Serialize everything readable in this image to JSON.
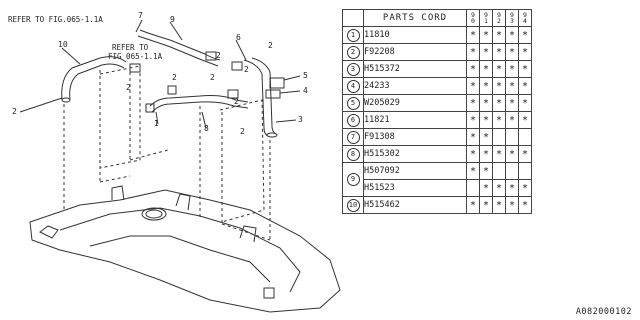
{
  "diagram": {
    "ref_text_1": "REFER TO FIG.065-1.1A",
    "ref_text_2a": "REFER TO",
    "ref_text_2b": "FIG 065-1.1A",
    "callouts": {
      "c7": "7",
      "c9": "9",
      "c10": "10",
      "c6": "6",
      "c5": "5",
      "c4": "4",
      "c3": "3",
      "c8": "8",
      "c1": "1",
      "c2a": "2",
      "c2b": "2",
      "c2c": "2",
      "c2d": "2",
      "c2e": "2",
      "c2f": "2",
      "c2g": "2",
      "c2h": "2",
      "c2i": "2"
    }
  },
  "table": {
    "header": {
      "label": "PARTS CORD",
      "years": [
        [
          "9",
          "0"
        ],
        [
          "9",
          "1"
        ],
        [
          "9",
          "2"
        ],
        [
          "9",
          "3"
        ],
        [
          "9",
          "4"
        ]
      ]
    },
    "rows": [
      {
        "index": "1",
        "code": "11810",
        "marks": [
          "*",
          "*",
          "*",
          "*",
          "*"
        ]
      },
      {
        "index": "2",
        "code": "F92208",
        "marks": [
          "*",
          "*",
          "*",
          "*",
          "*"
        ]
      },
      {
        "index": "3",
        "code": "H515372",
        "marks": [
          "*",
          "*",
          "*",
          "*",
          "*"
        ]
      },
      {
        "index": "4",
        "code": "24233",
        "marks": [
          "*",
          "*",
          "*",
          "*",
          "*"
        ]
      },
      {
        "index": "5",
        "code": "W205029",
        "marks": [
          "*",
          "*",
          "*",
          "*",
          "*"
        ]
      },
      {
        "index": "6",
        "code": "11821",
        "marks": [
          "*",
          "*",
          "*",
          "*",
          "*"
        ]
      },
      {
        "index": "7",
        "code": "F91308",
        "marks": [
          "*",
          "*",
          "",
          "",
          ""
        ]
      },
      {
        "index": "8",
        "code": "H515302",
        "marks": [
          "*",
          "*",
          "*",
          "*",
          "*"
        ]
      },
      {
        "index": "9",
        "code": "H507092",
        "marks": [
          "*",
          "*",
          "",
          "",
          ""
        ]
      },
      {
        "index": "",
        "code": "H51523",
        "marks": [
          "",
          "*",
          "*",
          "*",
          "*"
        ]
      },
      {
        "index": "10",
        "code": "H515462",
        "marks": [
          "*",
          "*",
          "*",
          "*",
          "*"
        ]
      }
    ]
  },
  "ref_id": "A082000102"
}
